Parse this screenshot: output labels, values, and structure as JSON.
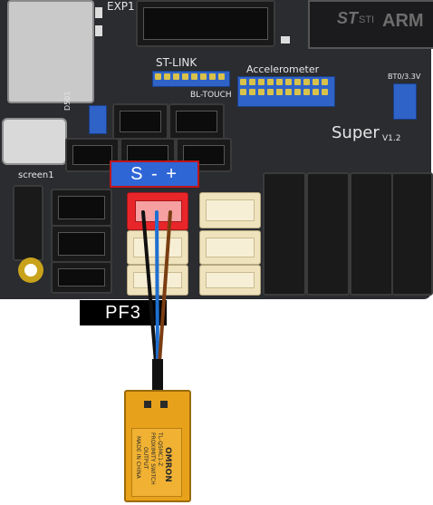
{
  "board": {
    "silkscreen": {
      "expansion": "EXP1",
      "st_link": "ST-LINK",
      "accelerometer": "Accelerometer",
      "bl_touch": "BL-TOUCH",
      "bt0": "BT0/3.3V",
      "brand": "Super",
      "brand_version": "V1.2",
      "d501": "D501",
      "screen": "screen1",
      "arm": "ARM",
      "st_logo": "ST",
      "st_text": "STI"
    },
    "colors": {
      "pcb": "#2a2c30",
      "blue_header": "#2f63c8",
      "cream_connector": "#efe3bd",
      "red_connector": "#e8262a"
    }
  },
  "labels": {
    "pin_order": "S - +",
    "pin_name": "PF3"
  },
  "wires": {
    "colors": [
      "#111111",
      "#1e6fd0",
      "#7a3d12"
    ]
  },
  "sensor": {
    "brand": "OMRON",
    "model": "TL-Q5MC1-Z",
    "type": "PROXIMITY SWITCH",
    "made_in": "MADE IN CHINA",
    "output": "OUTPUT",
    "color": "#e8a11a"
  }
}
